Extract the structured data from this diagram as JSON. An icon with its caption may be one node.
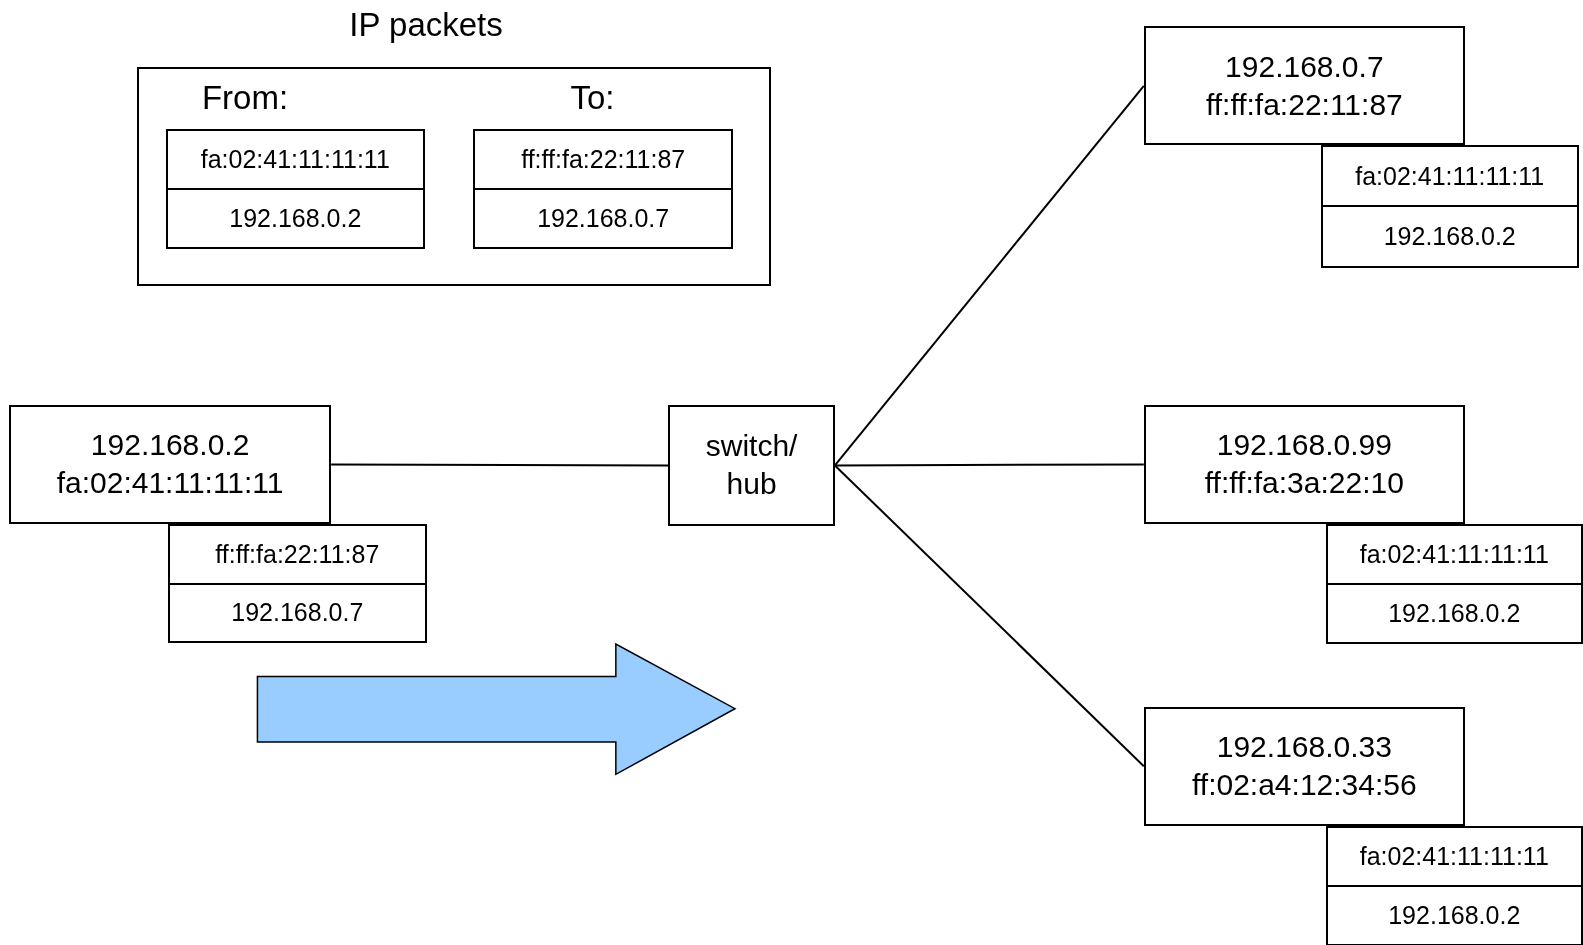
{
  "diagram": {
    "nodes": [
      {
        "text": [
          "IP packets"
        ]
      },
      {
        "text": [
          "fa:02:41:11:11:11",
          "192.168.0.2"
        ],
        "in": 0,
        "beside": [
          "From:"
        ]
      },
      {
        "text": [
          "ff:ff:fa:22:11:87",
          "192.168.0.7"
        ],
        "in": 0,
        "beside": [
          "To:"
        ]
      },
      {
        "text": [
          "192.168.0.2",
          "fa:02:41:11:11:11"
        ]
      },
      {
        "text": [
          "ff:ff:fa:22:11:87",
          "192.168.0.7"
        ]
      },
      {
        "text": [
          "switch/ hub"
        ]
      },
      {
        "text": [
          "192.168.0.7",
          "ff:ff:fa:22:11:87"
        ]
      },
      {
        "text": [
          "fa:02:41:11:11:11",
          "192.168.0.2"
        ]
      },
      {
        "text": [
          "192.168.0.99",
          "ff:ff:fa:3a:22:10"
        ]
      },
      {
        "text": [
          "fa:02:41:11:11:11",
          "192.168.0.2"
        ]
      },
      {
        "text": [
          "192.168.0.33",
          "ff:02:a4:12:34:56"
        ]
      },
      {
        "text": [
          "fa:02:41:11:11:11",
          "192.168.0.2"
        ]
      }
    ],
    "edges": [
      {
        "from": 3,
        "to": 5,
        "arrow": "none"
      },
      {
        "from": 5,
        "to": 6,
        "arrow": "none"
      },
      {
        "from": 5,
        "to": 8,
        "arrow": "none"
      },
      {
        "from": 5,
        "to": 10,
        "arrow": "none"
      }
    ]
  }
}
